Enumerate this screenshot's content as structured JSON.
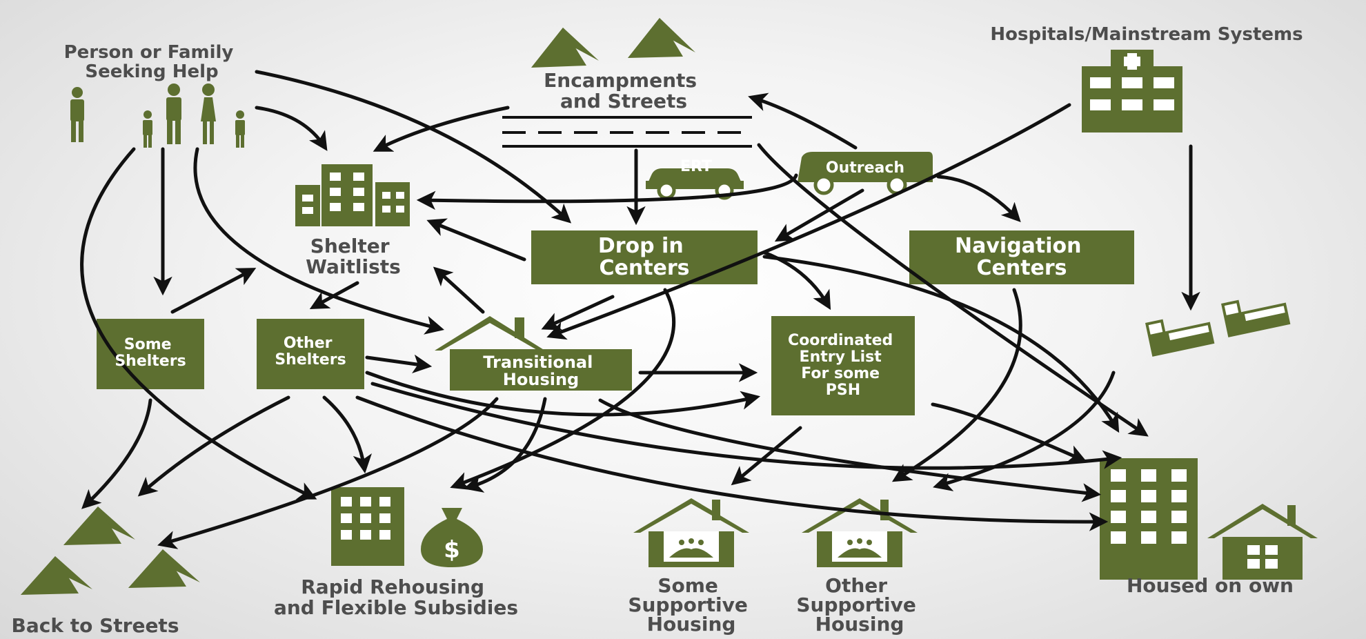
{
  "nodes": {
    "seeking_help": [
      "Person or Family",
      "Seeking Help"
    ],
    "encampments": [
      "Encampments",
      "and Streets"
    ],
    "hospitals": "Hospitals/Mainstream Systems",
    "shelter_waitlists": [
      "Shelter",
      "Waitlists"
    ],
    "drop_in": [
      "Drop in",
      "Centers"
    ],
    "navigation": [
      "Navigation",
      "Centers"
    ],
    "some_shelters": [
      "Some",
      "Shelters"
    ],
    "other_shelters": [
      "Other",
      "Shelters"
    ],
    "transitional": [
      "Transitional",
      "Housing"
    ],
    "coordinated_entry": [
      "Coordinated",
      "Entry List",
      "For some",
      "PSH"
    ],
    "rapid_rehousing": [
      "Rapid Rehousing",
      "and Flexible Subsidies"
    ],
    "some_supportive": [
      "Some",
      "Supportive",
      "Housing"
    ],
    "other_supportive": [
      "Other",
      "Supportive",
      "Housing"
    ],
    "housed_on_own": "Housed on own",
    "back_to_streets": "Back to Streets"
  },
  "vehicles": {
    "ert": "ERT",
    "outreach": "Outreach"
  },
  "money_symbol": "$",
  "colors": {
    "green": "#5d6f30",
    "arrow": "#111111",
    "label": "#4d4d4d"
  },
  "icons": [
    "tent-icon",
    "hospital-icon",
    "person-icon",
    "family-icon",
    "apartment-building-icon",
    "car-icon",
    "van-icon",
    "road-icon",
    "hospital-bed-icon",
    "house-icon",
    "money-bag-icon",
    "supportive-house-icon"
  ]
}
